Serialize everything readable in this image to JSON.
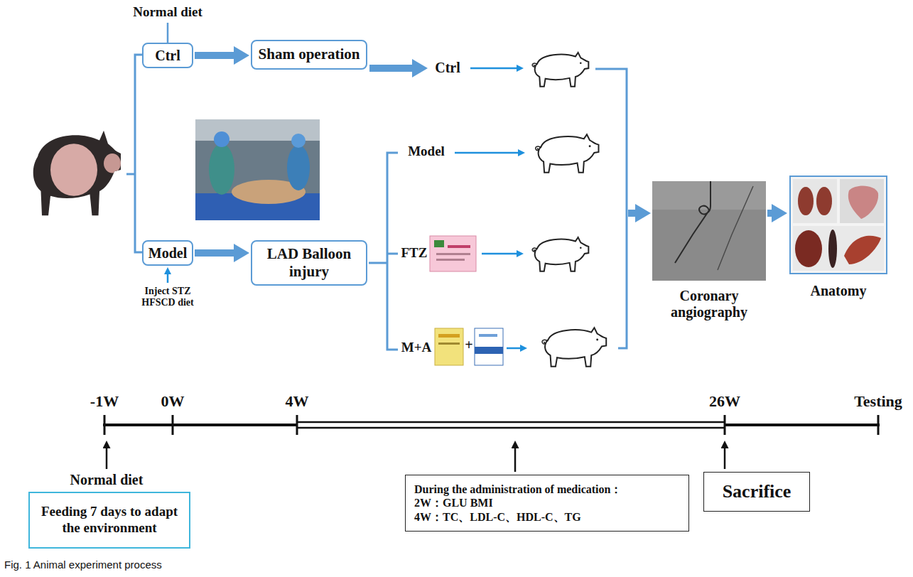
{
  "diagram": {
    "caption": "Fig. 1 Animal experiment process",
    "nodes": [
      {
        "text": [
          "Ctrl"
        ]
      },
      {
        "text": [
          "Sham operation"
        ]
      },
      {
        "text": [
          "Model"
        ]
      },
      {
        "text": [
          "LAD Balloon injury"
        ]
      },
      {
        "text": [
          "Feeding 7 days to adapt the environment"
        ]
      },
      {
        "text": [
          "During the administration of medication：",
          "2W：GLU BMI",
          "4W：TC、LDL-C、HDL-C、TG"
        ]
      },
      {
        "text": [
          "Sacrifice"
        ]
      }
    ],
    "edges": [
      {
        "from": 0,
        "to": 1,
        "arrow": "to"
      },
      {
        "from": 2,
        "to": 3,
        "arrow": "to"
      }
    ],
    "labels": [
      "Normal diet",
      "Ctrl",
      "Model",
      "FTZ",
      "M+A",
      "+",
      "Inject STZ HFSCD diet",
      "Coronary angiography",
      "Anatomy",
      "-1W",
      "0W",
      "4W",
      "26W",
      "Testing",
      "Normal diet"
    ]
  }
}
